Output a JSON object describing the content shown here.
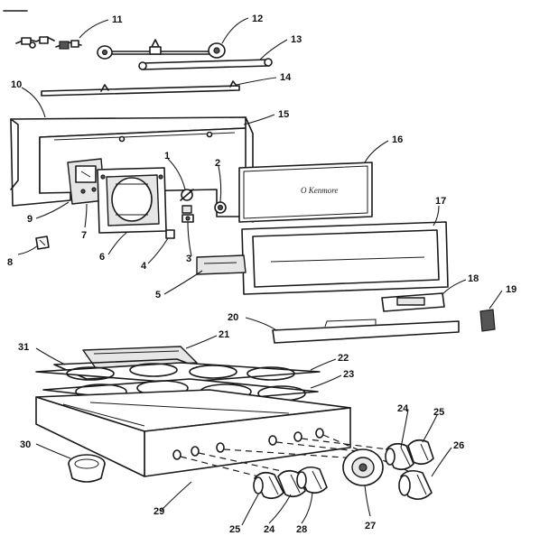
{
  "diagram": {
    "door_label": "O Kenmore",
    "callouts": [
      "1",
      "2",
      "3",
      "4",
      "5",
      "6",
      "7",
      "8",
      "9",
      "10",
      "11",
      "12",
      "13",
      "14",
      "15",
      "16",
      "17",
      "18",
      "19",
      "20",
      "21",
      "22",
      "23",
      "24",
      "25",
      "26",
      "27",
      "28",
      "29",
      "30",
      "31",
      "24",
      "25"
    ]
  }
}
